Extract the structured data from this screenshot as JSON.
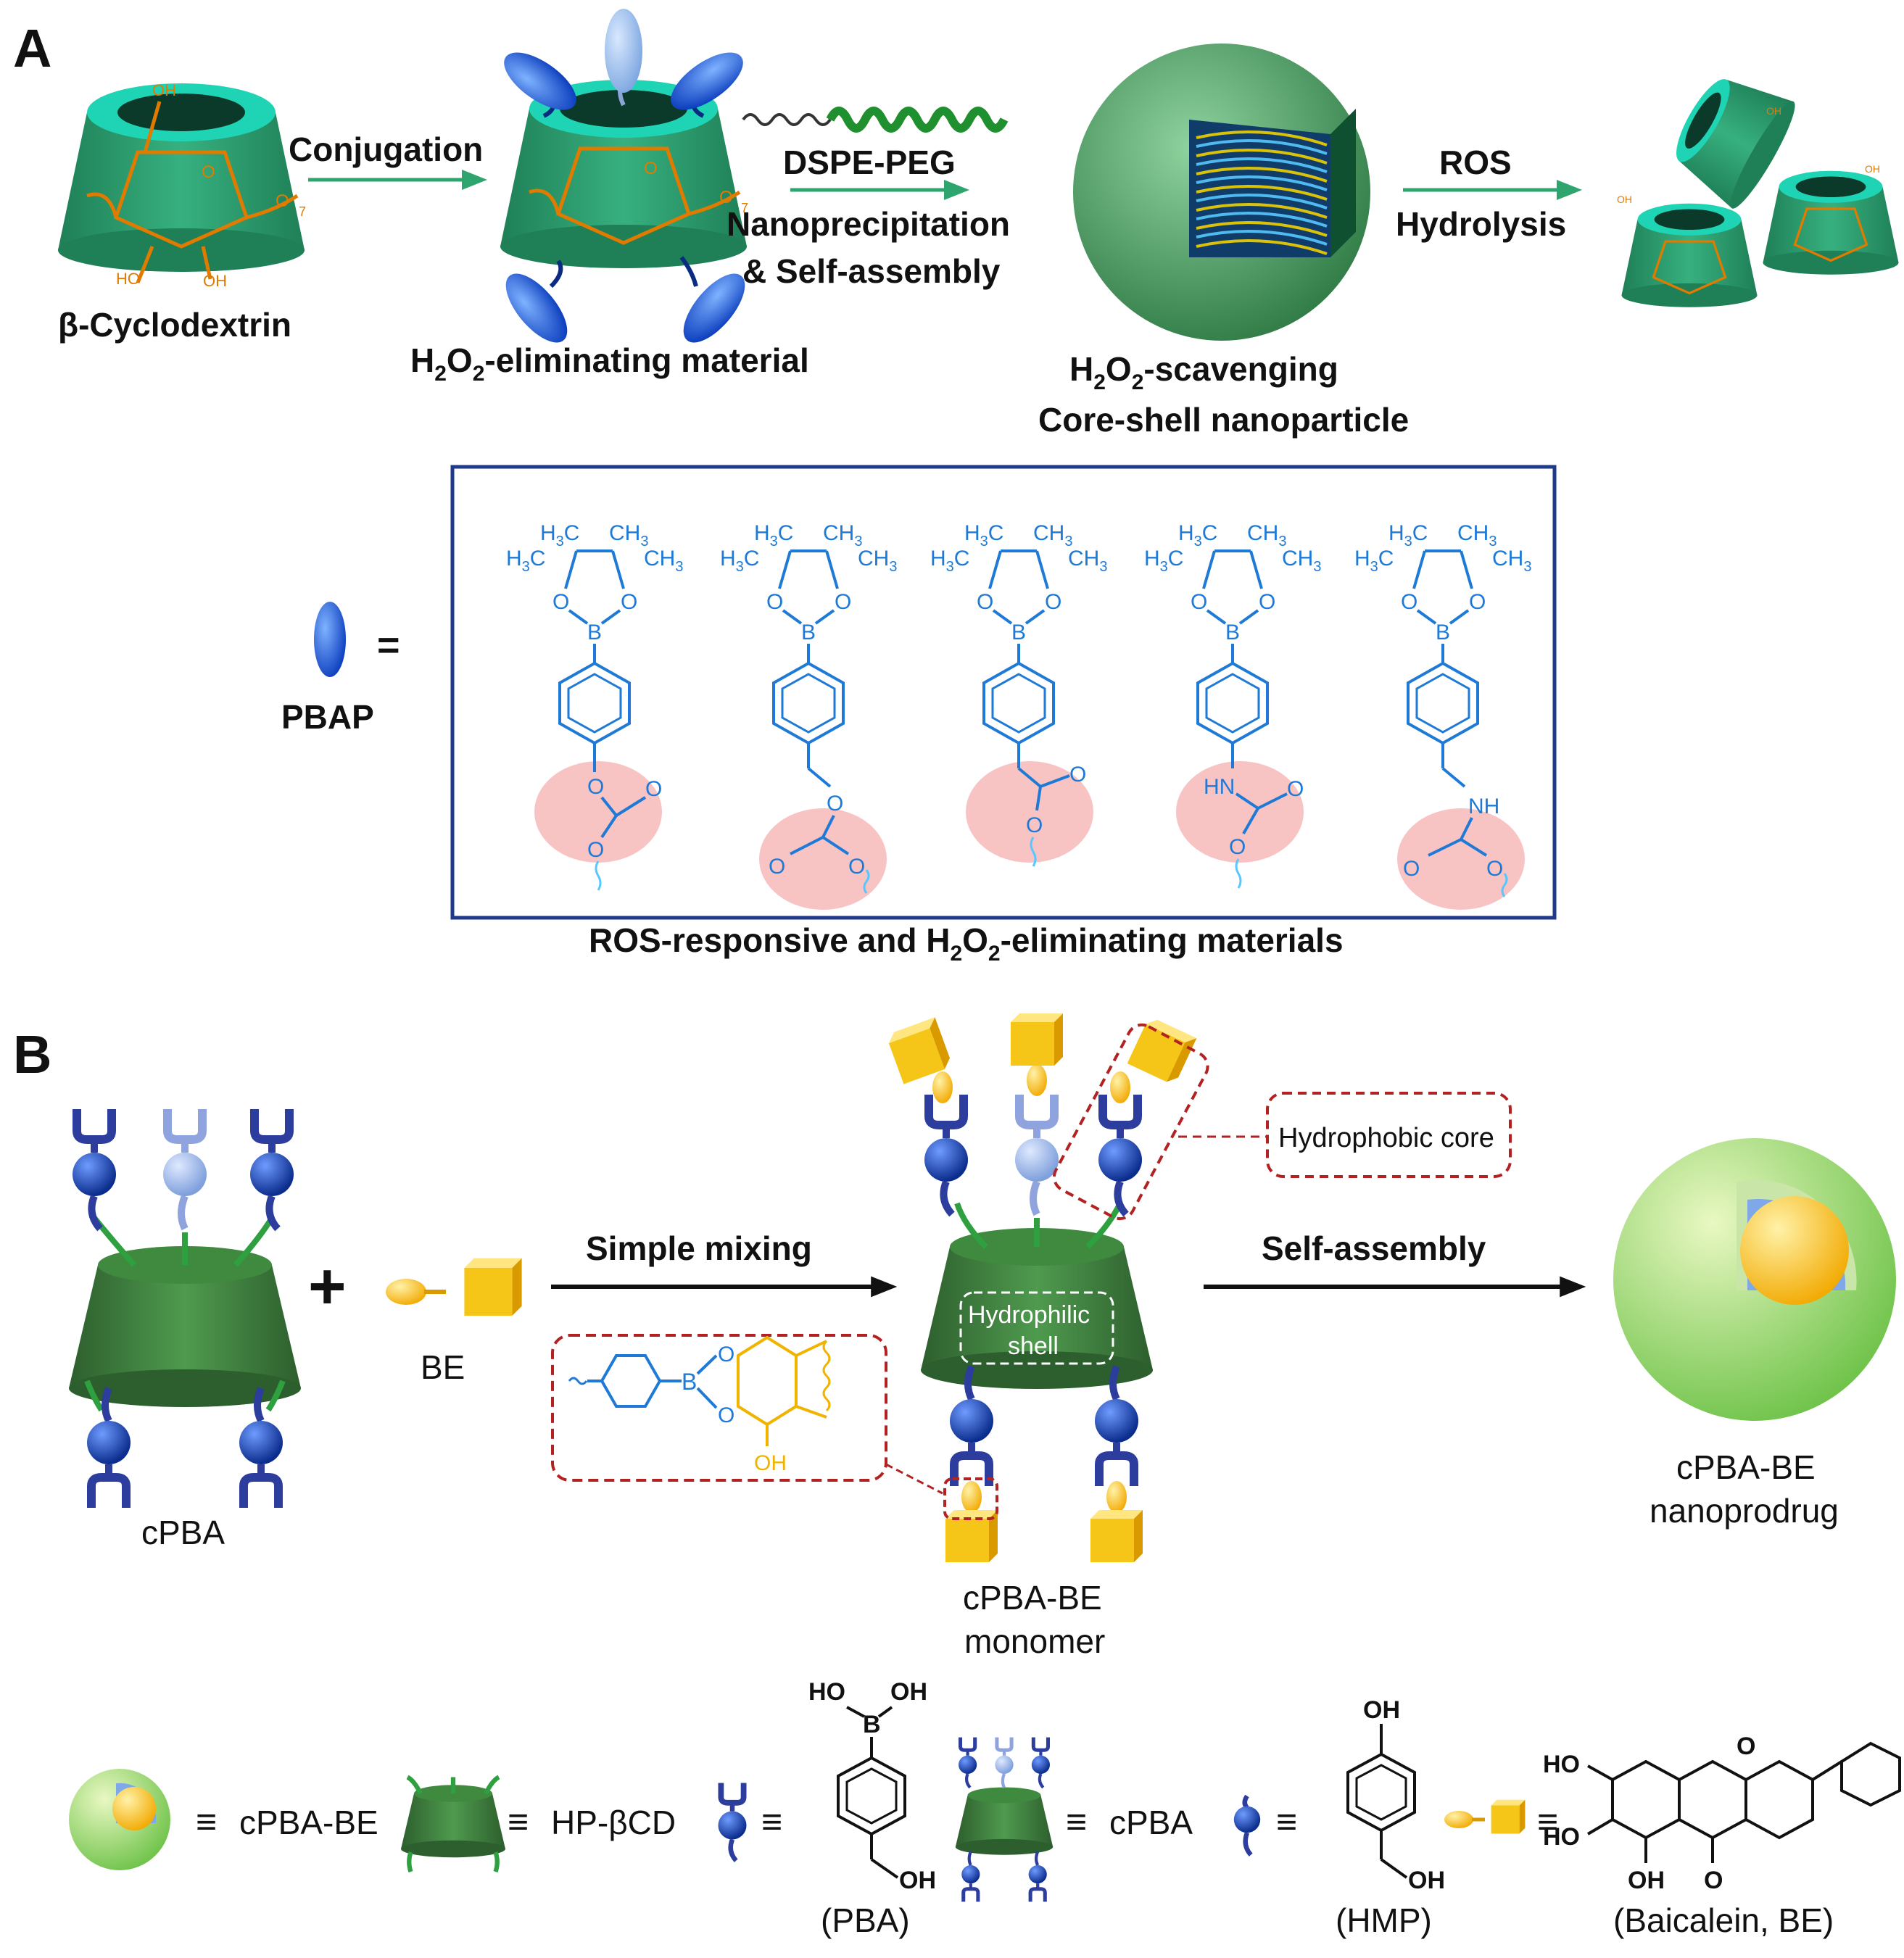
{
  "panel_a": {
    "letter": "A",
    "beta_cd_label": "β-Cyclodextrin",
    "conjugation": "Conjugation",
    "h2o2_material_parts": [
      "H",
      "2",
      "O",
      "2",
      "-eliminating material"
    ],
    "dspe_peg": "DSPE-PEG",
    "nanoprecipitation": "Nanoprecipitation",
    "self_assembly_a": "& Self-assembly",
    "scavenging_parts": [
      "H",
      "2",
      "O",
      "2",
      "-scavenging"
    ],
    "core_shell": "Core-shell nanoparticle",
    "ros": "ROS",
    "hydrolysis": "Hydrolysis",
    "pbap_equals": "=",
    "pbap_label": "PBAP",
    "caption_parts": [
      "ROS-responsive and H",
      "2",
      "O",
      "2",
      "-eliminating materials"
    ],
    "cd_oh": [
      "OH",
      "HO",
      "OH"
    ],
    "cd_o": "O",
    "cd_n": "7",
    "small_oh": "OH"
  },
  "structures": {
    "h3c": "H",
    "c_sub": "3",
    "c": "C",
    "ch": "CH",
    "o": "O",
    "b": "B",
    "hn": "HN",
    "nh": "NH"
  },
  "panel_b": {
    "letter": "B",
    "plus": "+",
    "be": "BE",
    "cpba": "cPBA",
    "simple_mixing": "Simple mixing",
    "self_assembly": "Self-assembly",
    "hydrophobic_core": "Hydrophobic core",
    "hydrophilic_1": "Hydrophilic",
    "hydrophilic_2": "shell",
    "monomer_1": "cPBA-BE",
    "monomer_2": "monomer",
    "nanoprodrug_1": "cPBA-BE",
    "nanoprodrug_2": "nanoprodrug",
    "inset_o": "O",
    "inset_b": "B",
    "inset_oh": "OH"
  },
  "legend": {
    "equiv": "≡",
    "cpba_be": "cPBA-BE",
    "hp_bcd": "HP-βCD",
    "pba_name": "(PBA)",
    "cpba": "cPBA",
    "hmp_name": "(HMP)",
    "be_name": "(Baicalein, BE)",
    "ho": "HO",
    "oh": "OH",
    "b": "B",
    "o": "O"
  },
  "colors": {
    "cd_green": "#2f9e72",
    "cd_rim": "#1fd4b4",
    "pbap_blue": "#1a5fe0",
    "chem_blue": "#1e7ad6",
    "pink": "#f6b9b9",
    "dark_green": "#3e7d3e",
    "gold": "#f5c518",
    "navy": "#2c3d9e",
    "box_border": "#1f3a8a",
    "dash_red": "#b22222"
  }
}
